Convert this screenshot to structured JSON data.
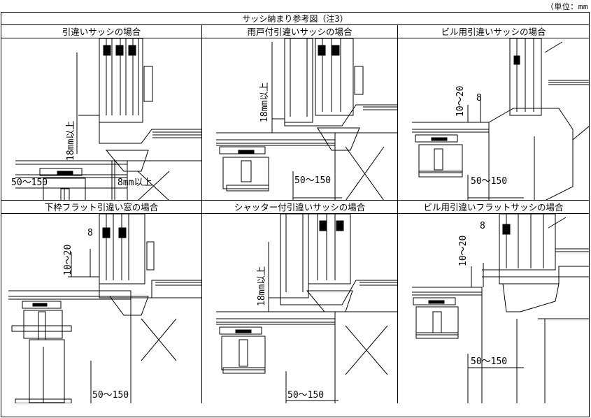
{
  "unit_label": "（単位：mm",
  "sheet_title": "サッシ納まり参考図（注3）",
  "panels": [
    {
      "heading": "引違いサッシの場合",
      "dims": {
        "vertical": "18mm以上",
        "horizontal": "50～150",
        "extra": "8mm以上"
      }
    },
    {
      "heading": "雨戸付引違いサッシの場合",
      "dims": {
        "vertical": "18mm以上",
        "horizontal": "50～150"
      }
    },
    {
      "heading": "ビル用引違いサッシの場合",
      "dims": {
        "vertical": "10～20",
        "small": "8",
        "horizontal": "50～150"
      }
    },
    {
      "heading": "下枠フラット引違い窓の場合",
      "dims": {
        "vertical": "10～20",
        "small": "8",
        "horizontal": "50～150"
      }
    },
    {
      "heading": "シャッター付引違いサッシの場合",
      "dims": {
        "vertical": "18mm以上",
        "horizontal": "50～150"
      }
    },
    {
      "heading": "ビル用引違いフラットサッシの場合",
      "dims": {
        "vertical": "10～20",
        "small": "8",
        "horizontal": "50～150"
      }
    }
  ]
}
